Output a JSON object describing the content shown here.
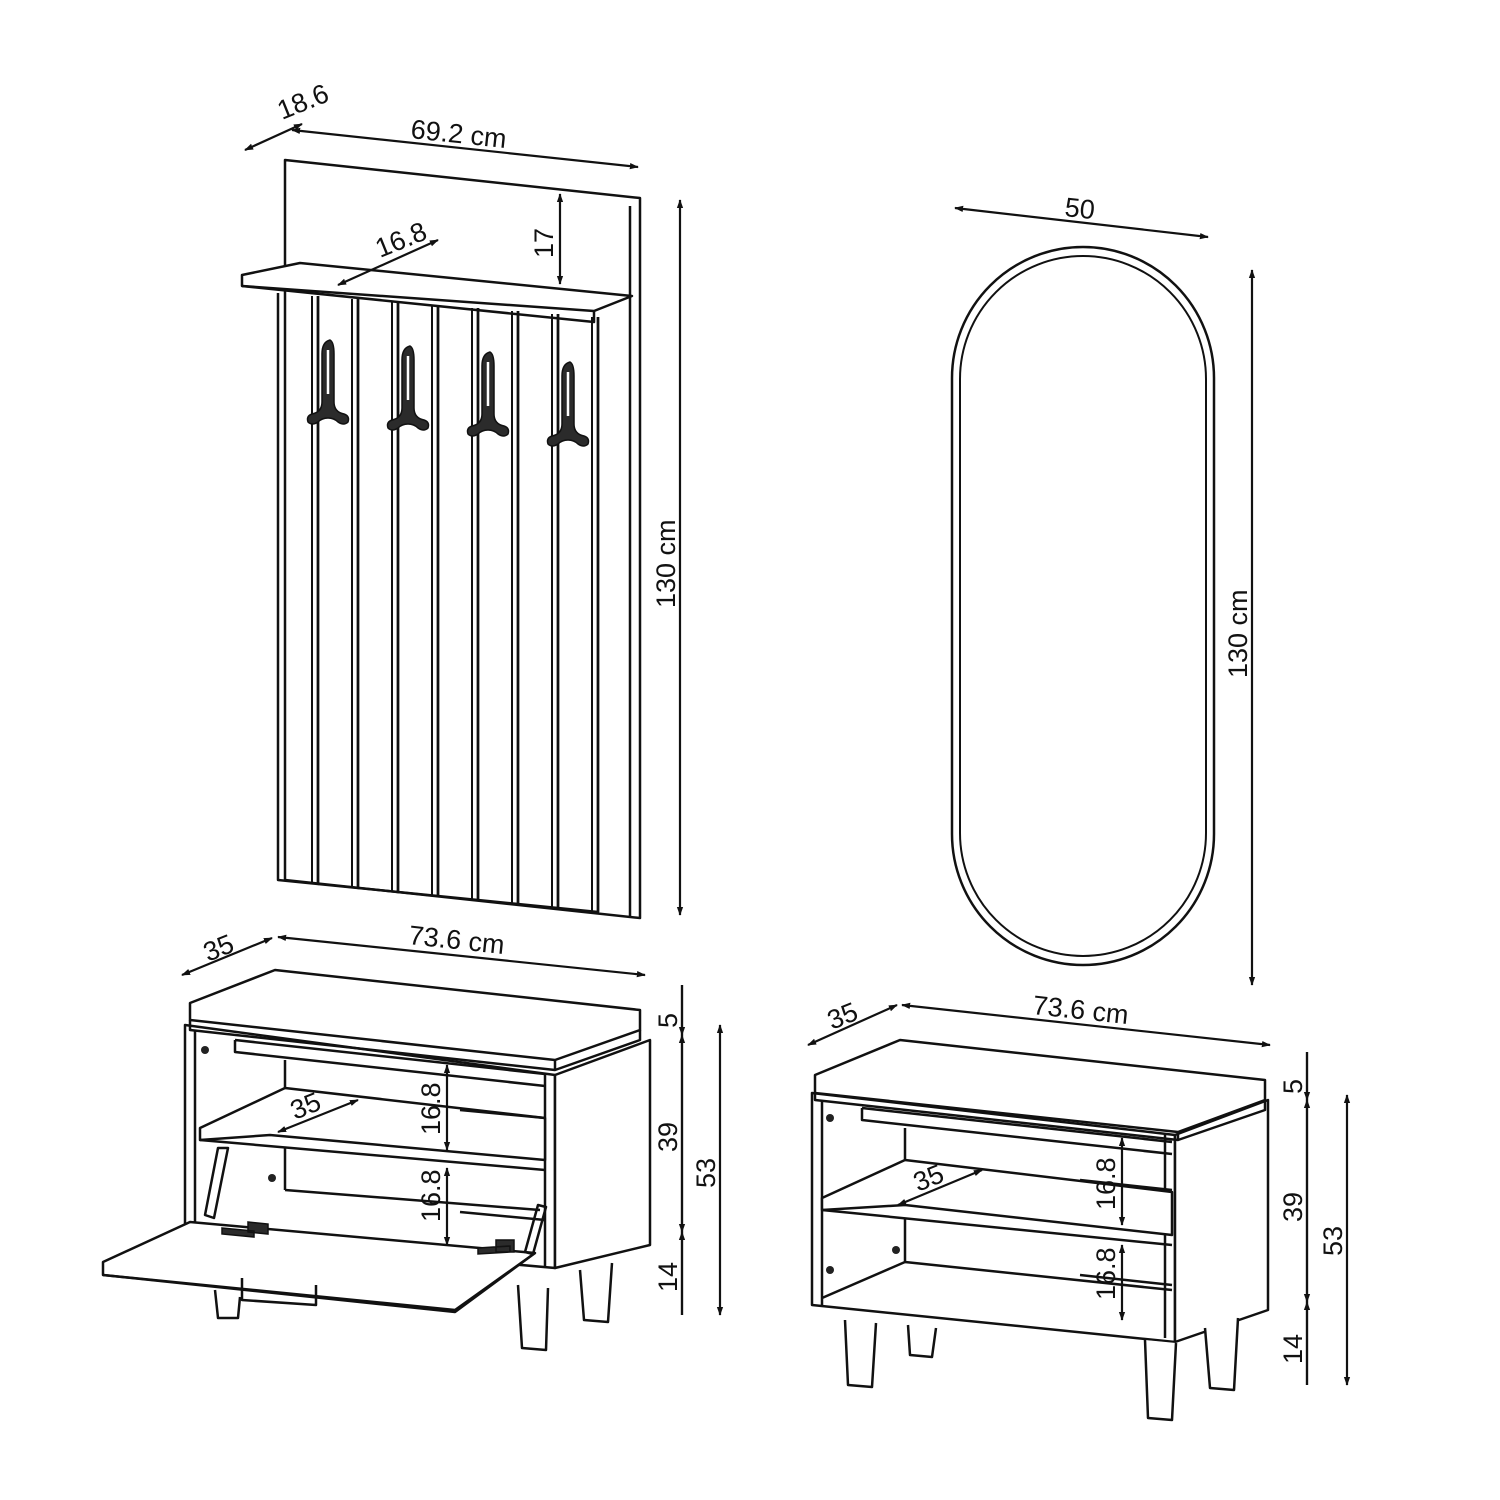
{
  "coat_rack": {
    "depth": "18.6",
    "width": "69.2 cm",
    "shelf_depth": "16.8",
    "shelf_offset": "17",
    "height": "130 cm"
  },
  "mirror": {
    "width": "50",
    "height": "130 cm"
  },
  "bench_open": {
    "depth": "35",
    "width": "73.6 cm",
    "shelf_depth": "35",
    "compartment_upper": "16.8",
    "compartment_lower": "16.8",
    "seat_height": "5",
    "body_height": "39",
    "leg_height": "14",
    "total_height": "53"
  },
  "bench_closed": {
    "depth": "35",
    "width": "73.6 cm",
    "shelf_depth": "35",
    "compartment_upper": "16.8",
    "compartment_lower": "16.8",
    "seat_height": "5",
    "body_height": "39",
    "leg_height": "14",
    "total_height": "53"
  }
}
